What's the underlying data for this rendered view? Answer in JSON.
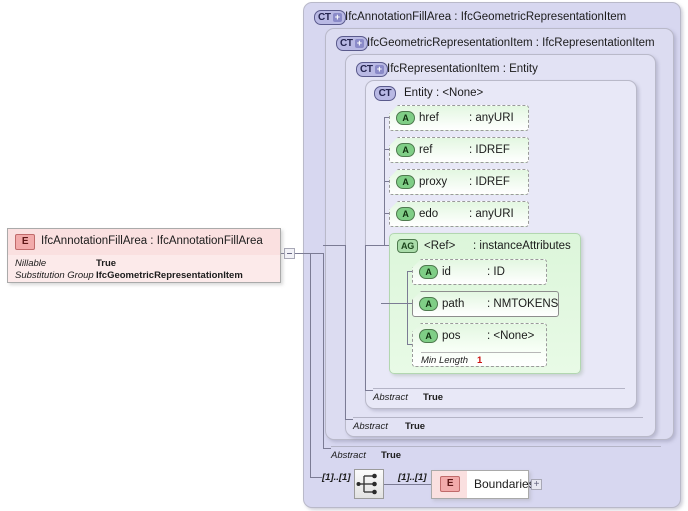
{
  "diagram": {
    "title": "IfcAnnotationFillArea XSD diagram",
    "accent_purple": "#d6d6ef",
    "accent_green": "#dcf6da",
    "accent_pink": "#fae0e0",
    "facet_value_color": "#cc1111"
  },
  "element": {
    "badge": "E",
    "badge_icon": "element-badge-icon",
    "title": "IfcAnnotationFillArea : IfcAnnotationFillArea",
    "properties": [
      {
        "label": "Nillable",
        "value": "True"
      },
      {
        "label": "Substitution Group",
        "value": "IfcGeometricRepresentationItem"
      }
    ]
  },
  "types": [
    {
      "badge": "CT",
      "badge_plus": "+",
      "title": "IfcAnnotationFillArea : IfcGeometricRepresentationItem"
    },
    {
      "badge": "CT",
      "badge_plus": "+",
      "title": "IfcGeometricRepresentationItem : IfcRepresentationItem"
    },
    {
      "badge": "CT",
      "badge_plus": "+",
      "title": "IfcRepresentationItem : Entity"
    },
    {
      "badge": "CT",
      "badge_plus": "",
      "title": "Entity     : <None>"
    }
  ],
  "attributes": [
    {
      "badge": "A",
      "name": "href",
      "type": ": anyURI",
      "required": false
    },
    {
      "badge": "A",
      "name": "ref",
      "type": ": IDREF",
      "required": false
    },
    {
      "badge": "A",
      "name": "proxy",
      "type": ": IDREF",
      "required": false
    },
    {
      "badge": "A",
      "name": "edo",
      "type": ": anyURI",
      "required": false
    }
  ],
  "attribute_group": {
    "badge": "AG",
    "name": "<Ref>",
    "type": ": instanceAttributes",
    "attributes": [
      {
        "badge": "A",
        "name": "id",
        "type": ": ID",
        "required": false
      },
      {
        "badge": "A",
        "name": "path",
        "type": ": NMTOKENS",
        "required": true
      },
      {
        "badge": "A",
        "name": "pos",
        "type": ": <None>",
        "required": false,
        "facet": {
          "label": "Min Length",
          "value": "1"
        }
      }
    ]
  },
  "abstract_rows": [
    {
      "label": "Abstract",
      "value": "True"
    },
    {
      "label": "Abstract",
      "value": "True"
    },
    {
      "label": "Abstract",
      "value": "True"
    }
  ],
  "content_model": {
    "compositor": "sequence",
    "compositor_icon": "sequence-icon",
    "left_cardinality": "[1]..[1]",
    "right_cardinality": "[1]..[1]",
    "child": {
      "badge": "E",
      "title": "Boundaries",
      "expander": "+"
    }
  }
}
